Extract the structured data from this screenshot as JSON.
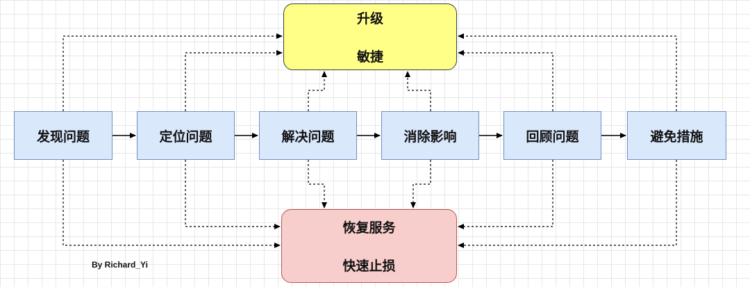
{
  "steps": [
    {
      "label": "发现问题"
    },
    {
      "label": "定位问题"
    },
    {
      "label": "解决问题"
    },
    {
      "label": "消除影响"
    },
    {
      "label": "回顾问题"
    },
    {
      "label": "避免措施"
    }
  ],
  "upgrade": {
    "line1": "升级",
    "line2": "敏捷"
  },
  "restore": {
    "line1": "恢复服务",
    "line2": "快速止损"
  },
  "credit": "By Richard_Yi",
  "colors": {
    "step_fill": "#dae8fc",
    "step_border": "#6c8ebf",
    "upgrade_fill": "#ffff88",
    "restore_fill": "#f8cecc"
  }
}
